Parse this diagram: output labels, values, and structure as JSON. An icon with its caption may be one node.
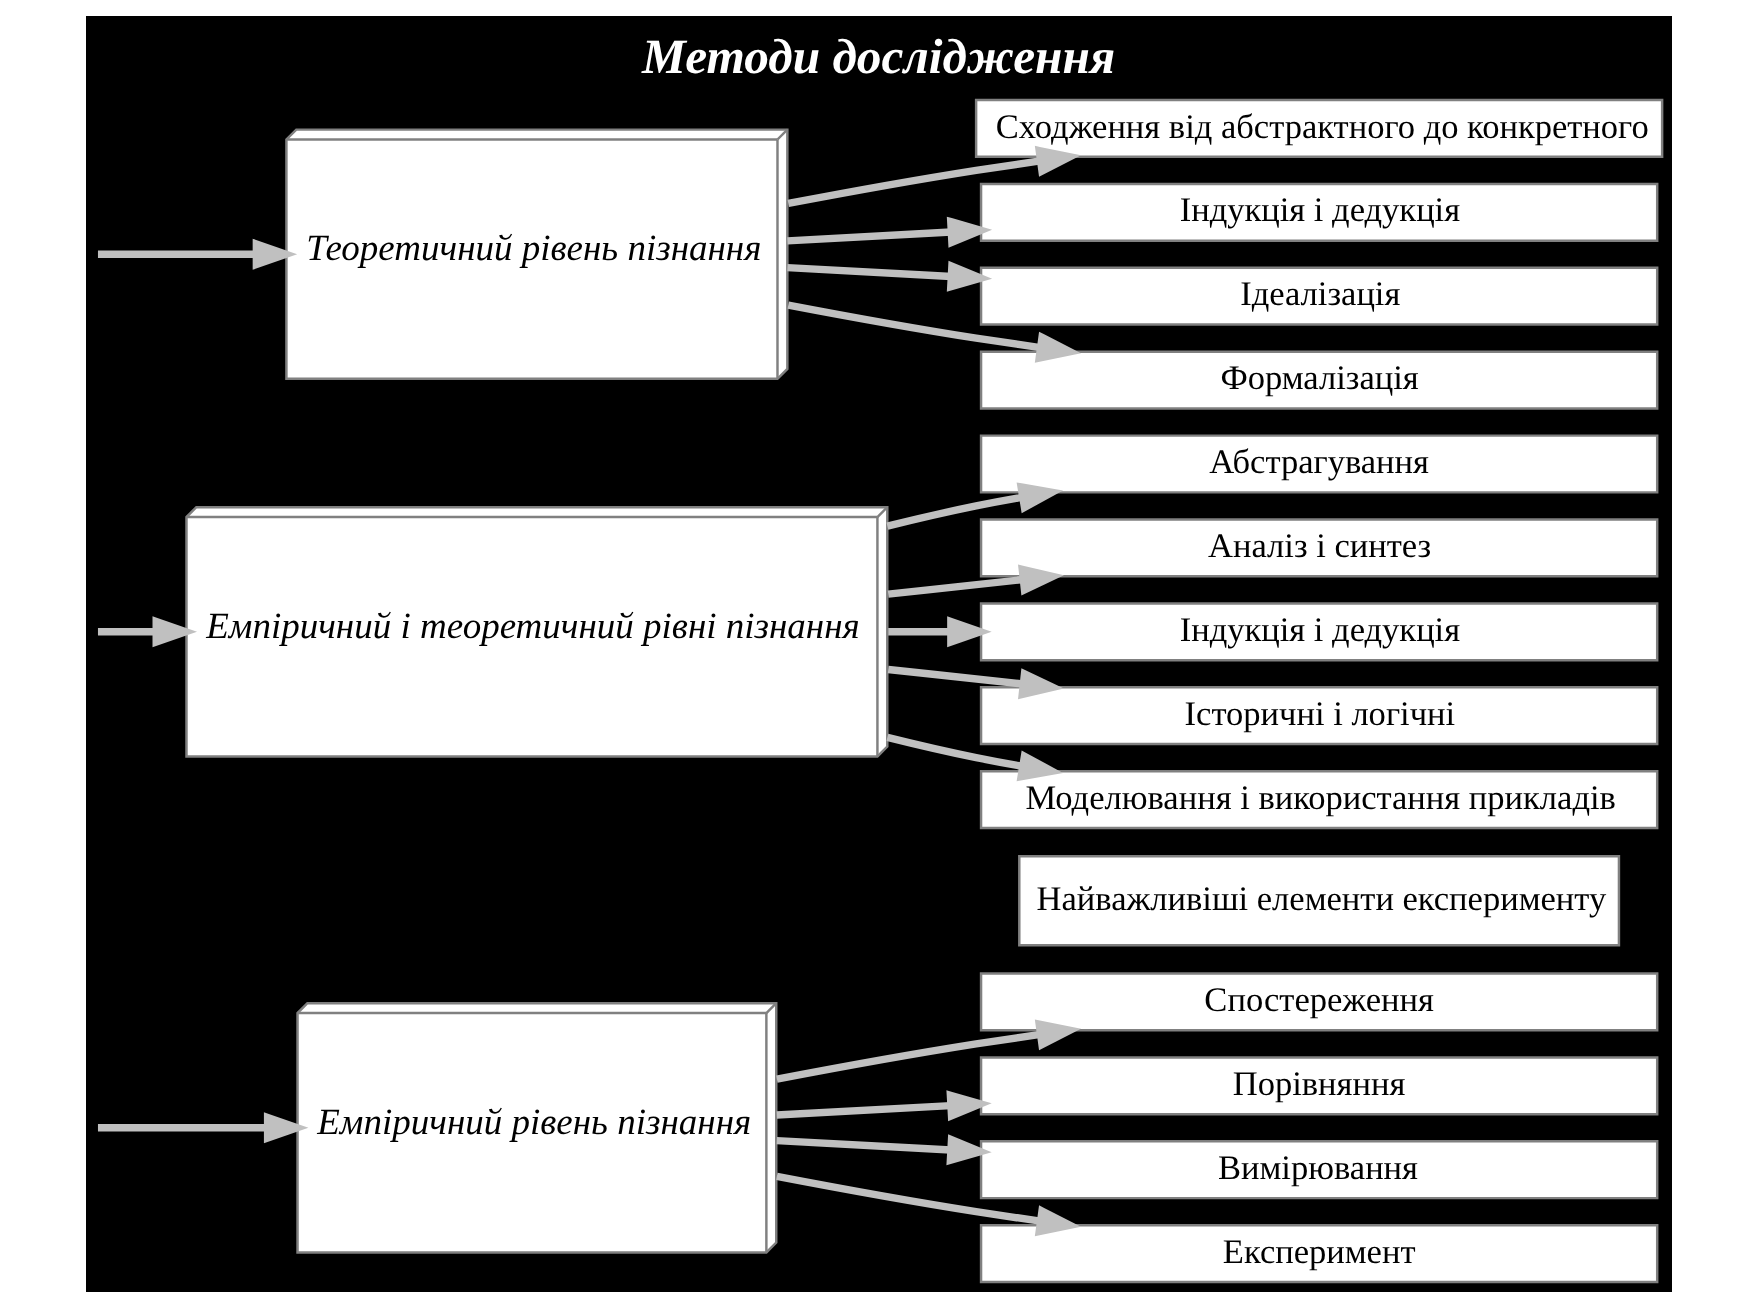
{
  "diagram": {
    "title": "Методи дослідження",
    "nodes": [
      {
        "text": [
          "Емпіричний рівень пізнання"
        ]
      },
      {
        "text": [
          "Спостереження"
        ]
      },
      {
        "text": [
          "Порівняння"
        ]
      },
      {
        "text": [
          "Вимірювання"
        ]
      },
      {
        "text": [
          "Експеримент"
        ]
      },
      {
        "text": [
          "Найважливіші елементи експерименту"
        ]
      },
      {
        "text": [
          "Емпіричний і теоретичний рівні пізнання"
        ]
      },
      {
        "text": [
          "Абстрагування"
        ]
      },
      {
        "text": [
          "Аналіз і синтез"
        ]
      },
      {
        "text": [
          "Індукція і дедукція"
        ]
      },
      {
        "text": [
          "Історичні і логічні"
        ]
      },
      {
        "text": [
          "Моделювання і використання прикладів"
        ]
      },
      {
        "text": [
          "Теоретичний рівень пізнання"
        ]
      },
      {
        "text": [
          "Сходження від абстрактного до конкретного"
        ]
      },
      {
        "text": [
          "Індукція і дедукція"
        ]
      },
      {
        "text": [
          "Ідеалізація"
        ]
      },
      {
        "text": [
          "Формалізація"
        ]
      }
    ],
    "edges": [
      {
        "from": null,
        "to": 0,
        "arrow": "to"
      },
      {
        "from": 0,
        "to": 1,
        "arrow": "to"
      },
      {
        "from": 0,
        "to": 2,
        "arrow": "to"
      },
      {
        "from": 0,
        "to": 3,
        "arrow": "to"
      },
      {
        "from": 0,
        "to": 4,
        "arrow": "to"
      },
      {
        "from": null,
        "to": 6,
        "arrow": "to"
      },
      {
        "from": 6,
        "to": 7,
        "arrow": "to"
      },
      {
        "from": 6,
        "to": 8,
        "arrow": "to"
      },
      {
        "from": 6,
        "to": 9,
        "arrow": "to"
      },
      {
        "from": 6,
        "to": 10,
        "arrow": "to"
      },
      {
        "from": 6,
        "to": 11,
        "arrow": "to"
      },
      {
        "from": null,
        "to": 12,
        "arrow": "to"
      },
      {
        "from": 12,
        "to": 13,
        "arrow": "to"
      },
      {
        "from": 12,
        "to": 14,
        "arrow": "to"
      },
      {
        "from": 12,
        "to": 15,
        "arrow": "to"
      },
      {
        "from": 12,
        "to": 16,
        "arrow": "to"
      }
    ]
  }
}
